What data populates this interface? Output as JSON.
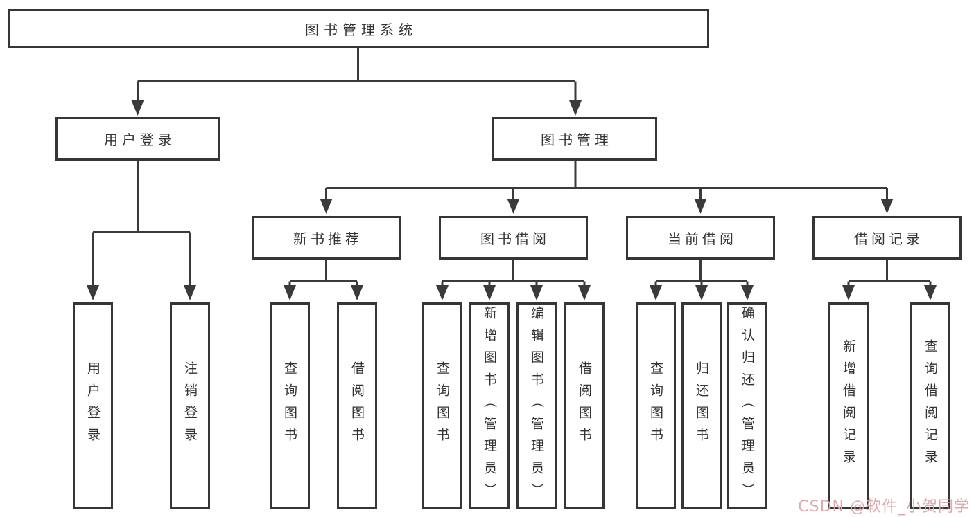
{
  "diagram": {
    "type": "tree",
    "root": {
      "label": "图书管理系统"
    },
    "level2": [
      {
        "id": "user-login",
        "label": "用户登录"
      },
      {
        "id": "book-mgmt",
        "label": "图书管理"
      }
    ],
    "level3": [
      {
        "id": "new-books",
        "label": "新书推荐",
        "parent": "book-mgmt"
      },
      {
        "id": "book-borrow",
        "label": "图书借阅",
        "parent": "book-mgmt"
      },
      {
        "id": "current-borrow",
        "label": "当前借阅",
        "parent": "book-mgmt"
      },
      {
        "id": "borrow-records",
        "label": "借阅记录",
        "parent": "book-mgmt"
      }
    ],
    "leaves": {
      "login": [
        "用户登录",
        "注销登录"
      ],
      "new_books": [
        "查询图书",
        "借阅图书"
      ],
      "book_borrow": [
        "查询图书",
        "新增图书（管理员）",
        "编辑图书（管理员）",
        "借阅图书"
      ],
      "current_borrow": [
        "查询图书",
        "归还图书",
        "确认归还（管理员）"
      ],
      "borrow_records": [
        "新增借阅记录",
        "查询借阅记录"
      ]
    }
  },
  "watermark": {
    "text": "CSDN @软件_小贺同学",
    "color": "#dfa9ae"
  },
  "colors": {
    "background": "#ffffff",
    "box_fill": "#ffffff",
    "box_border": "#363636",
    "line": "#3a3a3a",
    "text": "#333333"
  }
}
